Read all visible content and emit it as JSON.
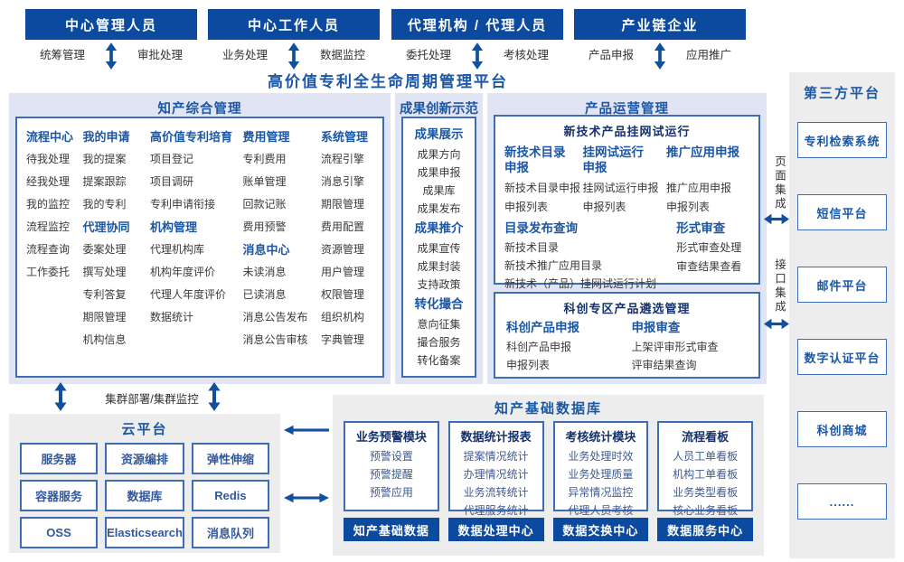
{
  "colors": {
    "primary": "#0b4a9f",
    "accent": "#1c57a5",
    "panel_bg": "#e1e4f2",
    "gray_bg": "#ededed",
    "box_border": "#3f6db5",
    "arrow": "#10509f"
  },
  "top_groups": [
    {
      "title": "中心管理人员",
      "left_label": "统筹管理",
      "right_label": "审批处理"
    },
    {
      "title": "中心工作人员",
      "left_label": "业务处理",
      "right_label": "数据监控"
    },
    {
      "title": "代理机构 / 代理人员",
      "left_label": "委托处理",
      "right_label": "考核处理"
    },
    {
      "title": "产业链企业",
      "left_label": "产品申报",
      "right_label": "应用推广"
    }
  ],
  "platform": {
    "title": "高价值专利全生命周期管理平台"
  },
  "ip_management": {
    "title": "知产综合管理",
    "columns": [
      {
        "groups": [
          {
            "header": "流程中心",
            "items": [
              "待我处理",
              "经我处理",
              "我的监控",
              "流程监控",
              "流程查询",
              "工作委托"
            ]
          }
        ]
      },
      {
        "groups": [
          {
            "header": "我的申请",
            "items": [
              "我的提案",
              "提案跟踪",
              "我的专利"
            ]
          },
          {
            "header": "代理协同",
            "items": [
              "委案处理",
              "撰写处理",
              "专利答复",
              "期限管理",
              "机构信息"
            ]
          }
        ]
      },
      {
        "groups": [
          {
            "header": "高价值专利培育",
            "items": [
              "项目登记",
              "项目调研",
              "专利申请衔接"
            ]
          },
          {
            "header": "机构管理",
            "items": [
              "代理机构库",
              "机构年度评价",
              "代理人年度评价",
              "数据统计"
            ]
          }
        ]
      },
      {
        "groups": [
          {
            "header": "费用管理",
            "items": [
              "专利费用",
              "账单管理",
              "回款记账",
              "费用预警"
            ]
          },
          {
            "header": "消息中心",
            "items": [
              "未读消息",
              "已读消息",
              "消息公告发布",
              "消息公告审核"
            ]
          }
        ]
      },
      {
        "groups": [
          {
            "header": "系统管理",
            "items": [
              "流程引擎",
              "消息引擎",
              "期限管理",
              "费用配置",
              "资源管理",
              "用户管理",
              "权限管理",
              "组织机构",
              "字典管理"
            ]
          }
        ]
      }
    ]
  },
  "achievements": {
    "title": "成果创新示范",
    "groups": [
      {
        "header": "成果展示",
        "items": [
          "成果方向",
          "成果申报",
          "成果库",
          "成果发布"
        ]
      },
      {
        "header": "成果推介",
        "items": [
          "成果宣传",
          "成果封装",
          "支持政策"
        ]
      },
      {
        "header": "转化撮合",
        "items": [
          "意向征集",
          "撮合服务",
          "转化备案"
        ]
      }
    ]
  },
  "product_ops": {
    "title": "产品运营管理",
    "trial_box": {
      "title": "新技术产品挂网试运行",
      "groups": [
        {
          "header": "新技术目录\n申报",
          "items": [
            "新技术目录申报",
            "申报列表"
          ]
        },
        {
          "header": "挂网试运行\n申报",
          "items": [
            "挂网试运行申报",
            "申报列表"
          ]
        },
        {
          "header": "推广应用申报",
          "items": [
            "推广应用申报",
            "申报列表"
          ]
        }
      ],
      "bottom_groups": [
        {
          "header": "目录发布查询",
          "items": [
            "新技术目录",
            "新技术推广应用目录",
            "新技术（产品）挂网试运行计划"
          ]
        },
        {
          "header": "形式审查",
          "items": [
            "形式审查处理",
            "审查结果查看"
          ]
        }
      ]
    },
    "selection_box": {
      "title": "科创专区产品遴选管理",
      "groups": [
        {
          "header": "科创产品申报",
          "items": [
            "科创产品申报",
            "申报列表"
          ]
        },
        {
          "header": "申报审查",
          "items": [
            "上架评审形式审查",
            "评审结果查询"
          ]
        }
      ]
    }
  },
  "cluster_label": "集群部署/集群监控",
  "cloud": {
    "title": "云平台",
    "boxes": [
      "服务器",
      "资源编排",
      "弹性伸缩",
      "容器服务",
      "数据库",
      "Redis",
      "OSS",
      "Elasticsearch",
      "消息队列"
    ]
  },
  "database": {
    "title": "知产基础数据库",
    "modules": [
      {
        "header": "业务预警模块",
        "items": [
          "预警设置",
          "预警提醒",
          "预警应用"
        ],
        "banner": "知产基础数据"
      },
      {
        "header": "数据统计报表",
        "items": [
          "提案情况统计",
          "办理情况统计",
          "业务流转统计",
          "代理服务统计"
        ],
        "banner": "数据处理中心"
      },
      {
        "header": "考核统计模块",
        "items": [
          "业务处理时效",
          "业务处理质量",
          "异常情况监控",
          "代理人员考核"
        ],
        "banner": "数据交换中心"
      },
      {
        "header": "流程看板",
        "items": [
          "人员工单看板",
          "机构工单看板",
          "业务类型看板",
          "核心业务看板"
        ],
        "banner": "数据服务中心"
      }
    ]
  },
  "integration": {
    "page": "页面集成",
    "api": "接口集成"
  },
  "third_party": {
    "title": "第三方平台",
    "boxes": [
      "专利检索系统",
      "短信平台",
      "邮件平台",
      "数字认证平台",
      "科创商城",
      "......"
    ]
  }
}
